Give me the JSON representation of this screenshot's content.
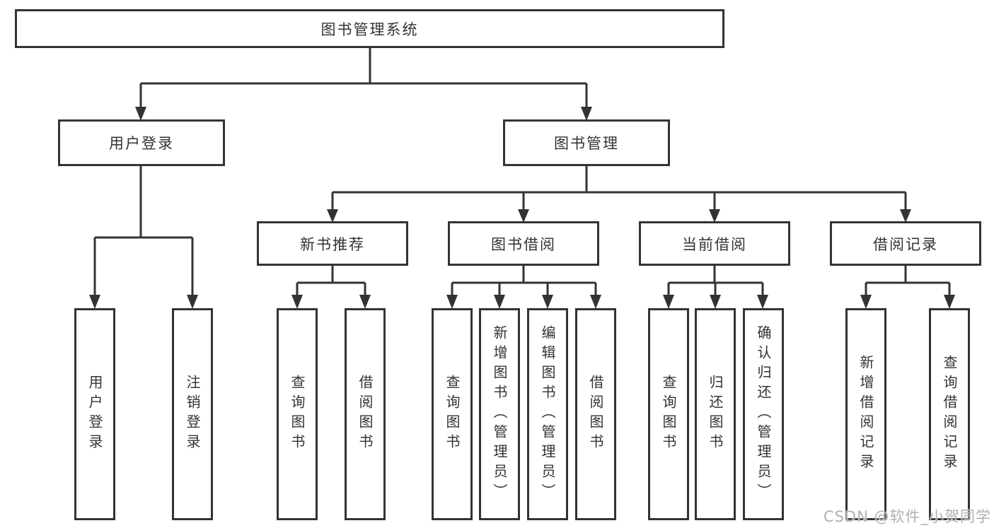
{
  "diagram": {
    "root": "图书管理系统",
    "level2": [
      "用户登录",
      "图书管理"
    ],
    "level3": [
      "新书推荐",
      "图书借阅",
      "当前借阅",
      "借阅记录"
    ],
    "leaves_user_login": [
      "用户登录",
      "注销登录"
    ],
    "leaves_new_book": [
      "查询图书",
      "借阅图书"
    ],
    "leaves_book_borrow": [
      "查询图书",
      "新增图书（管理员）",
      "编辑图书（管理员）",
      "借阅图书"
    ],
    "leaves_current_borrow": [
      "查询图书",
      "归还图书",
      "确认归还（管理员）"
    ],
    "leaves_borrow_records": [
      "新增借阅记录",
      "查询借阅记录"
    ]
  },
  "watermark": "CSDN @软件_小贺同学",
  "colors": {
    "line": "#333333",
    "border": "#333333",
    "text": "#333333",
    "watermark": "#b0b0b0",
    "background": "#ffffff"
  }
}
